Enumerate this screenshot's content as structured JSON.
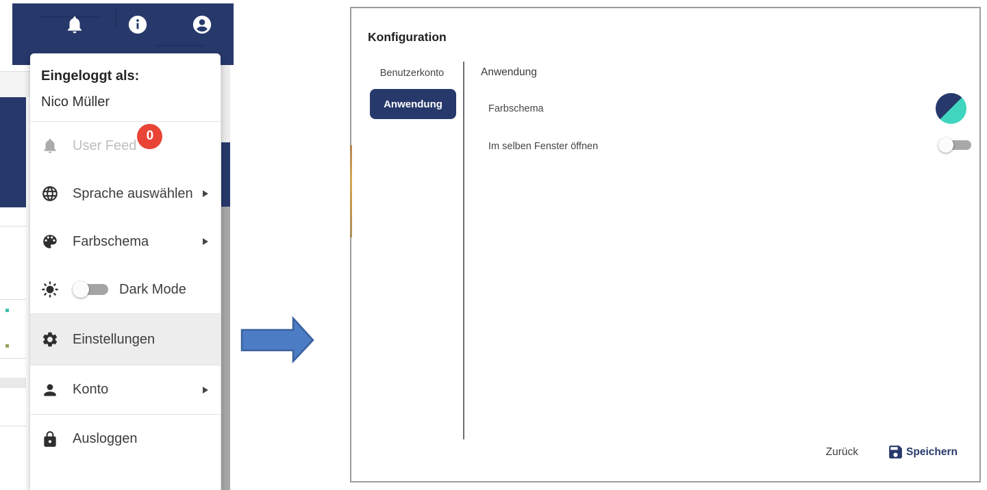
{
  "header_bar": {
    "icons": [
      "bell-icon",
      "info-icon",
      "account-icon"
    ]
  },
  "user_menu": {
    "logged_in_label": "Eingeloggt als:",
    "user_name": "Nico Müller",
    "items": [
      {
        "label": "User Feed",
        "icon": "bell-icon",
        "badge": "0",
        "state": "disabled"
      },
      {
        "label": "Sprache auswählen",
        "icon": "globe-icon",
        "submenu": true
      },
      {
        "label": "Farbschema",
        "icon": "palette-icon",
        "submenu": true
      },
      {
        "label": "Dark Mode",
        "icon": "sun-icon",
        "toggle": "off"
      },
      {
        "label": "Einstellungen",
        "icon": "gear-icon",
        "state": "highlighted"
      },
      {
        "label": "Konto",
        "icon": "person-icon",
        "submenu": true
      },
      {
        "label": "Ausloggen",
        "icon": "lock-icon"
      }
    ]
  },
  "dialog": {
    "title": "Konfiguration",
    "tabs": [
      {
        "label": "Benutzerkonto",
        "active": false
      },
      {
        "label": "Anwendung",
        "active": true
      }
    ],
    "section_heading": "Anwendung",
    "settings": [
      {
        "label": "Farbschema",
        "control": "color-scheme-swatch",
        "swatch_colors": [
          "#27396B",
          "#40D5BE"
        ]
      },
      {
        "label": "Im selben Fenster öffnen",
        "control": "toggle",
        "value": "off"
      }
    ],
    "footer": {
      "back_label": "Zurück",
      "save_label": "Speichern",
      "save_icon": "save-icon"
    }
  },
  "colors": {
    "navy": "#27396B",
    "teal": "#40D5BE",
    "badge_red": "#E94436",
    "arrow_blue": "#4B7CC4"
  }
}
